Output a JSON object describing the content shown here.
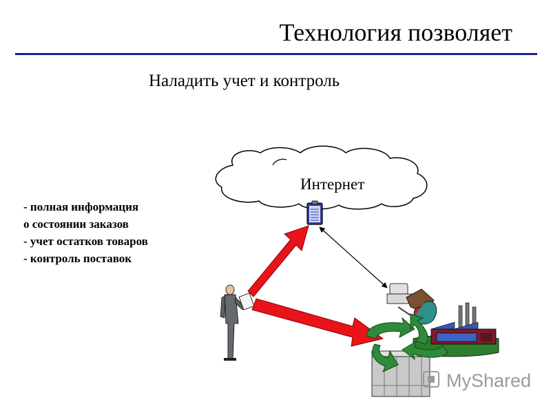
{
  "slide": {
    "title": "Технология позволяет",
    "subtitle": "Наладить учет и контроль",
    "bullets": [
      "- полная информация",
      "о состоянии заказов",
      "- учет остатков товаров",
      "- контроль поставок"
    ]
  },
  "diagram": {
    "cloud_label": "Интернет",
    "colors": {
      "rule": "#1a1f8c",
      "arrow_red": "#e8141a",
      "arrow_green": "#2e8b3a"
    },
    "icons": [
      "clipboard-icon",
      "businessman-icon",
      "office-worker-icon",
      "factory-icon",
      "server-rack-icon"
    ]
  },
  "watermark": {
    "text": "MyShared"
  }
}
